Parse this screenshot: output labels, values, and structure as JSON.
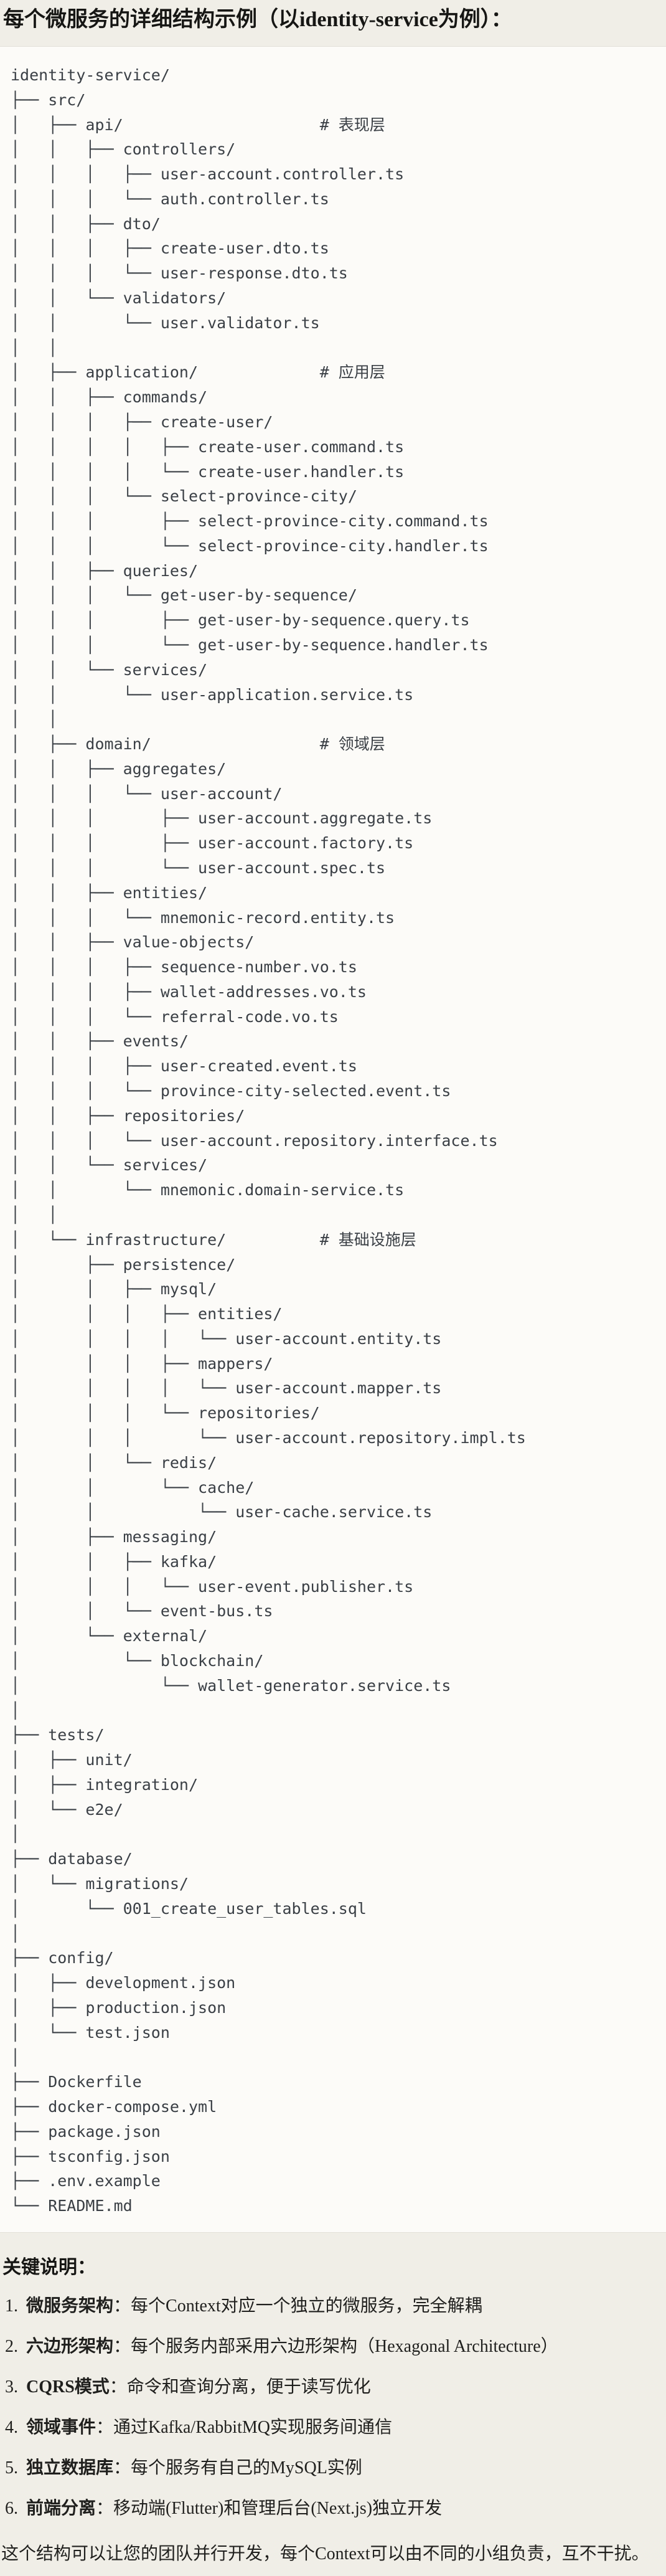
{
  "title": "每个微服务的详细结构示例（以identity-service为例）：",
  "colors": {
    "page_bg": "#F0EEE7",
    "code_block_bg": "#FCFBF8",
    "code_text": "#3A3F45",
    "body_text": "#1F1F1D"
  },
  "tree_lines": [
    "identity-service/",
    "├── src/",
    "│   ├── api/                     # 表现层",
    "│   │   ├── controllers/",
    "│   │   │   ├── user-account.controller.ts",
    "│   │   │   └── auth.controller.ts",
    "│   │   ├── dto/",
    "│   │   │   ├── create-user.dto.ts",
    "│   │   │   └── user-response.dto.ts",
    "│   │   └── validators/",
    "│   │       └── user.validator.ts",
    "│   │",
    "│   ├── application/             # 应用层",
    "│   │   ├── commands/",
    "│   │   │   ├── create-user/",
    "│   │   │   │   ├── create-user.command.ts",
    "│   │   │   │   └── create-user.handler.ts",
    "│   │   │   └── select-province-city/",
    "│   │   │       ├── select-province-city.command.ts",
    "│   │   │       └── select-province-city.handler.ts",
    "│   │   ├── queries/",
    "│   │   │   └── get-user-by-sequence/",
    "│   │   │       ├── get-user-by-sequence.query.ts",
    "│   │   │       └── get-user-by-sequence.handler.ts",
    "│   │   └── services/",
    "│   │       └── user-application.service.ts",
    "│   │",
    "│   ├── domain/                  # 领域层",
    "│   │   ├── aggregates/",
    "│   │   │   └── user-account/",
    "│   │   │       ├── user-account.aggregate.ts",
    "│   │   │       ├── user-account.factory.ts",
    "│   │   │       └── user-account.spec.ts",
    "│   │   ├── entities/",
    "│   │   │   └── mnemonic-record.entity.ts",
    "│   │   ├── value-objects/",
    "│   │   │   ├── sequence-number.vo.ts",
    "│   │   │   ├── wallet-addresses.vo.ts",
    "│   │   │   └── referral-code.vo.ts",
    "│   │   ├── events/",
    "│   │   │   ├── user-created.event.ts",
    "│   │   │   └── province-city-selected.event.ts",
    "│   │   ├── repositories/",
    "│   │   │   └── user-account.repository.interface.ts",
    "│   │   └── services/",
    "│   │       └── mnemonic.domain-service.ts",
    "│   │",
    "│   └── infrastructure/          # 基础设施层",
    "│       ├── persistence/",
    "│       │   ├── mysql/",
    "│       │   │   ├── entities/",
    "│       │   │   │   └── user-account.entity.ts",
    "│       │   │   ├── mappers/",
    "│       │   │   │   └── user-account.mapper.ts",
    "│       │   │   └── repositories/",
    "│       │   │       └── user-account.repository.impl.ts",
    "│       │   └── redis/",
    "│       │       └── cache/",
    "│       │           └── user-cache.service.ts",
    "│       ├── messaging/",
    "│       │   ├── kafka/",
    "│       │   │   └── user-event.publisher.ts",
    "│       │   └── event-bus.ts",
    "│       └── external/",
    "│           └── blockchain/",
    "│               └── wallet-generator.service.ts",
    "│",
    "├── tests/",
    "│   ├── unit/",
    "│   ├── integration/",
    "│   └── e2e/",
    "│",
    "├── database/",
    "│   └── migrations/",
    "│       └── 001_create_user_tables.sql",
    "│",
    "├── config/",
    "│   ├── development.json",
    "│   ├── production.json",
    "│   └── test.json",
    "│",
    "├── Dockerfile",
    "├── docker-compose.yml",
    "├── package.json",
    "├── tsconfig.json",
    "├── .env.example",
    "└── README.md"
  ],
  "notes": {
    "heading": "关键说明：",
    "items": [
      {
        "num": "1.",
        "term": "微服务架构",
        "text": "：每个Context对应一个独立的微服务，完全解耦"
      },
      {
        "num": "2.",
        "term": "六边形架构",
        "text": "：每个服务内部采用六边形架构（Hexagonal Architecture）"
      },
      {
        "num": "3.",
        "term": "CQRS模式",
        "text": "：命令和查询分离，便于读写优化"
      },
      {
        "num": "4.",
        "term": "领域事件",
        "text": "：通过Kafka/RabbitMQ实现服务间通信"
      },
      {
        "num": "5.",
        "term": "独立数据库",
        "text": "：每个服务有自己的MySQL实例"
      },
      {
        "num": "6.",
        "term": "前端分离",
        "text": "：移动端(Flutter)和管理后台(Next.js)独立开发"
      }
    ],
    "footer": "这个结构可以让您的团队并行开发，每个Context可以由不同的小组负责，互不干扰。"
  }
}
